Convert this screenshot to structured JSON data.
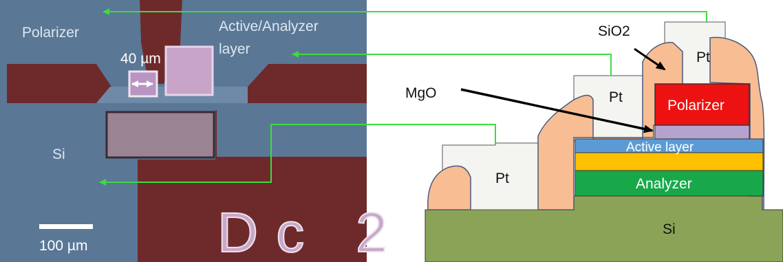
{
  "micrograph": {
    "polarizer": "Polarizer",
    "active_analyzer_line1": "Active/Analyzer",
    "active_analyzer_line2": "layer",
    "si": "Si",
    "dimension": "40 µm",
    "scale_bar": "100 µm",
    "device_id": "Dc 2"
  },
  "cross_section": {
    "sio2": "SiO2",
    "mgo": "MgO",
    "pt_top": "Pt",
    "pt_middle": "Pt",
    "pt_left": "Pt",
    "polarizer": "Polarizer",
    "active_layer": "Active layer",
    "analyzer": "Analyzer",
    "substrate": "Si"
  },
  "colors": {
    "connector_arrow": "#3ddc3d",
    "micrograph_blue": "#5a7796",
    "micrograph_red": "#6e2a2a",
    "pt": "#f4f4f0",
    "sio2": "#f8bd93",
    "polarizer": "#ee1111",
    "mgo": "#b5a3cf",
    "active_layer": "#5b9bd5",
    "spacer": "#ffc000",
    "analyzer": "#18a84a",
    "substrate": "#8aa356"
  }
}
